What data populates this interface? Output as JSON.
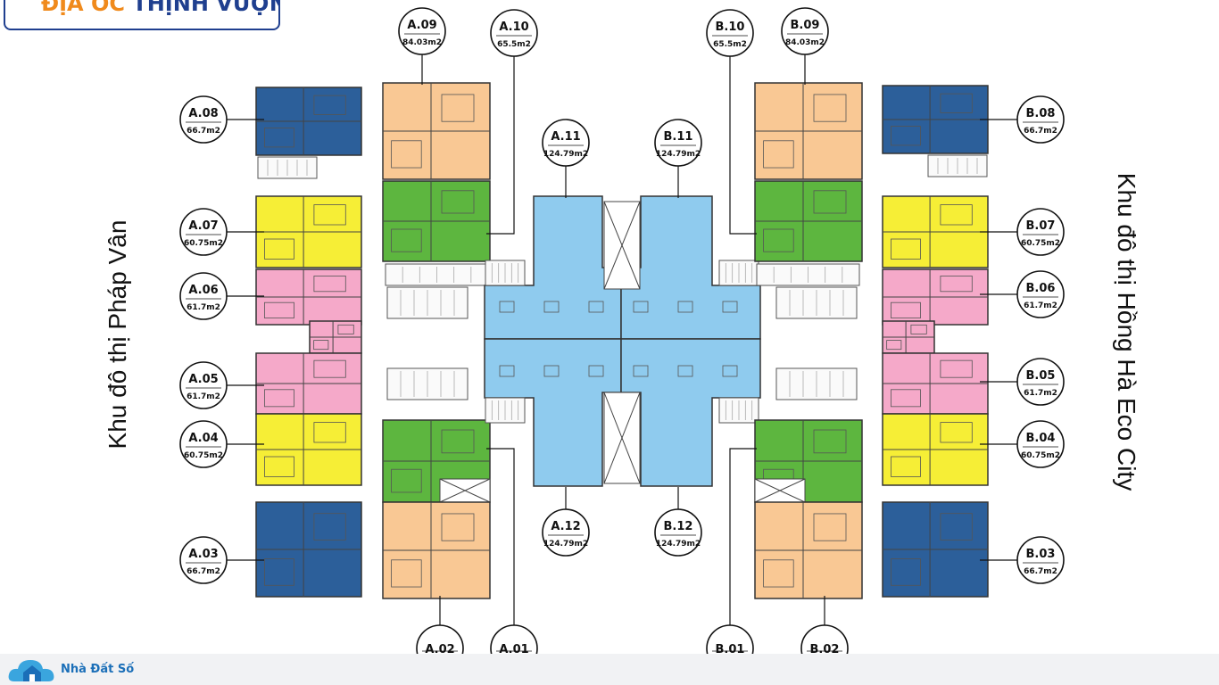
{
  "header": {
    "logo_part1": "ĐỊA ỐC",
    "logo_part2": "THỊNH VƯỢNG"
  },
  "labels": {
    "left_area": "Khu đô thị Pháp Vân",
    "right_area": "Khu đô thị Hồng Hà Eco City"
  },
  "footer": {
    "brand": "Nhà Đất Số"
  },
  "colors": {
    "blue_dark": "#2c5f9a",
    "yellow": "#f6ee36",
    "pink": "#f5a9c9",
    "orange": "#f9c894",
    "green": "#5db63f",
    "light_blue": "#8fcbee",
    "brand_orange": "#f08a1c",
    "brand_navy": "#1f3f8f"
  },
  "units": [
    {
      "code": "A.08",
      "area": "66.7m2",
      "color": "blue_dark"
    },
    {
      "code": "A.07",
      "area": "60.75m2",
      "color": "yellow"
    },
    {
      "code": "A.06",
      "area": "61.7m2",
      "color": "pink"
    },
    {
      "code": "A.05",
      "area": "61.7m2",
      "color": "pink"
    },
    {
      "code": "A.04",
      "area": "60.75m2",
      "color": "yellow"
    },
    {
      "code": "A.03",
      "area": "66.7m2",
      "color": "blue_dark"
    },
    {
      "code": "A.09",
      "area": "84.03m2",
      "color": "orange"
    },
    {
      "code": "A.10",
      "area": "65.5m2",
      "color": "green"
    },
    {
      "code": "A.11",
      "area": "124.79m2",
      "color": "light_blue"
    },
    {
      "code": "A.12",
      "area": "124.79m2",
      "color": "light_blue"
    },
    {
      "code": "A.02",
      "area": "",
      "color": "orange"
    },
    {
      "code": "A.01",
      "area": "",
      "color": "green"
    },
    {
      "code": "B.10",
      "area": "65.5m2",
      "color": "green"
    },
    {
      "code": "B.09",
      "area": "84.03m2",
      "color": "orange"
    },
    {
      "code": "B.11",
      "area": "124.79m2",
      "color": "light_blue"
    },
    {
      "code": "B.12",
      "area": "124.79m2",
      "color": "light_blue"
    },
    {
      "code": "B.08",
      "area": "66.7m2",
      "color": "blue_dark"
    },
    {
      "code": "B.07",
      "area": "60.75m2",
      "color": "yellow"
    },
    {
      "code": "B.06",
      "area": "61.7m2",
      "color": "pink"
    },
    {
      "code": "B.05",
      "area": "61.7m2",
      "color": "pink"
    },
    {
      "code": "B.04",
      "area": "60.75m2",
      "color": "yellow"
    },
    {
      "code": "B.03",
      "area": "66.7m2",
      "color": "blue_dark"
    },
    {
      "code": "B.01",
      "area": "",
      "color": "green"
    },
    {
      "code": "B.02",
      "area": "",
      "color": "orange"
    }
  ]
}
